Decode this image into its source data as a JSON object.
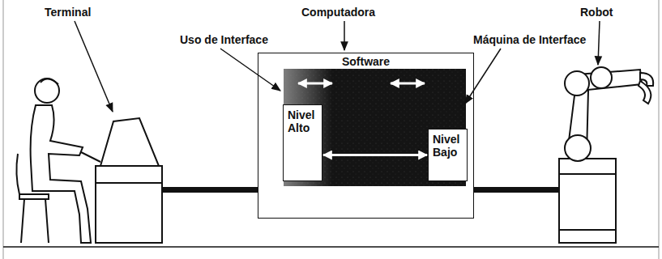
{
  "diagram": {
    "nodes": [
      {
        "text": [
          "Software"
        ]
      },
      {
        "text": [
          "Nivel Alto"
        ],
        "in": 0
      },
      {
        "text": [
          "Nivel Bajo"
        ],
        "in": 0
      }
    ],
    "edges": [
      {
        "from": 1,
        "to": 2,
        "arrow": "both"
      }
    ],
    "labels": [
      "Terminal",
      "Computadora",
      "Robot",
      "Uso de Interface",
      "Máquina de Interface"
    ]
  }
}
